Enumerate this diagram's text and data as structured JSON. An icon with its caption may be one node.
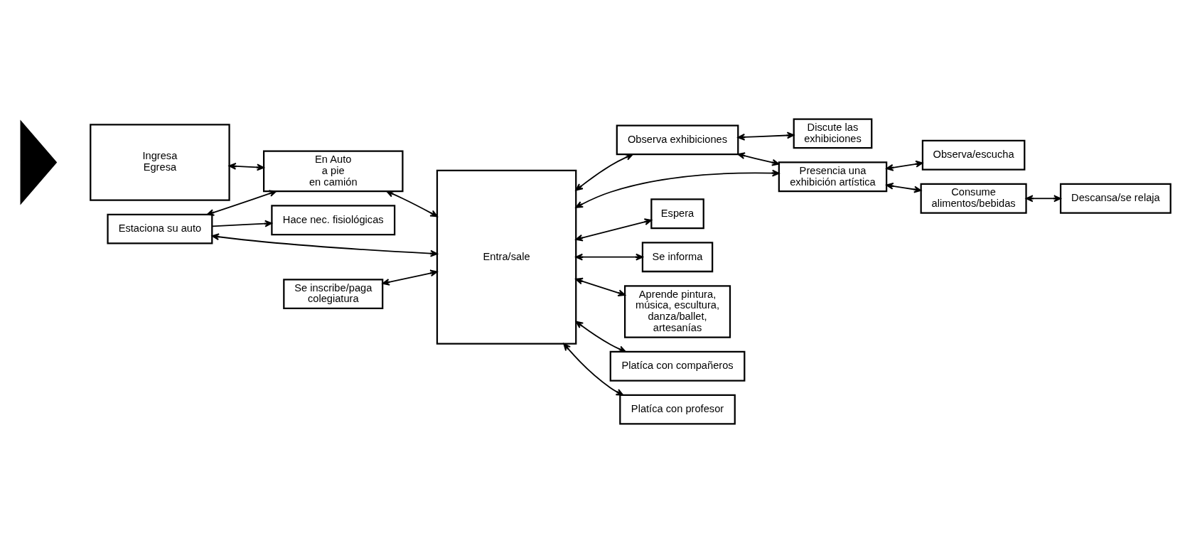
{
  "diagram": {
    "nodes": [
      {
        "text": [],
        "shape": "triangle"
      },
      {
        "text": [
          "Ingresa",
          "Egresa"
        ]
      },
      {
        "text": [
          "Hace nec. fisiológicas"
        ]
      },
      {
        "text": [
          "Estaciona su auto"
        ]
      },
      {
        "text": [
          "En Auto",
          "a pie",
          "en camión"
        ]
      },
      {
        "text": [
          "Observa exhibiciones"
        ]
      },
      {
        "text": [
          "Discute las exhibiciones"
        ]
      },
      {
        "text": [
          "Se inscribe/paga colegiatura"
        ]
      },
      {
        "text": [
          "Entra/sale"
        ]
      },
      {
        "text": [
          "Presencia una exhibición artística"
        ]
      },
      {
        "text": [
          "Observa/escucha"
        ]
      },
      {
        "text": [
          "Espera"
        ]
      },
      {
        "text": [
          "Se informa"
        ]
      },
      {
        "text": [
          "Aprende pintura, música, escultura, danza/ballet, artesanías"
        ]
      },
      {
        "text": [
          "Platíca con compañeros"
        ]
      },
      {
        "text": [
          "Platíca con profesor"
        ]
      },
      {
        "text": [
          "Consume alimentos/bebidas"
        ]
      },
      {
        "text": [
          "Descansa/se relaja"
        ]
      }
    ],
    "edges": [
      {
        "from": 1,
        "to": 4,
        "arrow": "both"
      },
      {
        "from": 3,
        "to": 2,
        "arrow": "to"
      },
      {
        "from": 3,
        "to": 4,
        "arrow": "both"
      },
      {
        "from": 3,
        "to": 8,
        "arrow": "both"
      },
      {
        "from": 4,
        "to": 8,
        "arrow": "both"
      },
      {
        "from": 8,
        "to": 5,
        "arrow": "both"
      },
      {
        "from": 5,
        "to": 6,
        "arrow": "both"
      },
      {
        "from": 5,
        "to": 9,
        "arrow": "both"
      },
      {
        "from": 7,
        "to": 8,
        "arrow": "both"
      },
      {
        "from": 8,
        "to": 11,
        "arrow": "both"
      },
      {
        "from": 8,
        "to": 12,
        "arrow": "both"
      },
      {
        "from": 8,
        "to": 13,
        "arrow": "both"
      },
      {
        "from": 8,
        "to": 14,
        "arrow": "both"
      },
      {
        "from": 8,
        "to": 15,
        "arrow": "both"
      },
      {
        "from": 8,
        "to": 9,
        "arrow": "both"
      },
      {
        "from": 9,
        "to": 16,
        "arrow": "both"
      },
      {
        "from": 16,
        "to": 17,
        "arrow": "both"
      },
      {
        "from": 9,
        "to": 10,
        "arrow": "both"
      }
    ]
  }
}
